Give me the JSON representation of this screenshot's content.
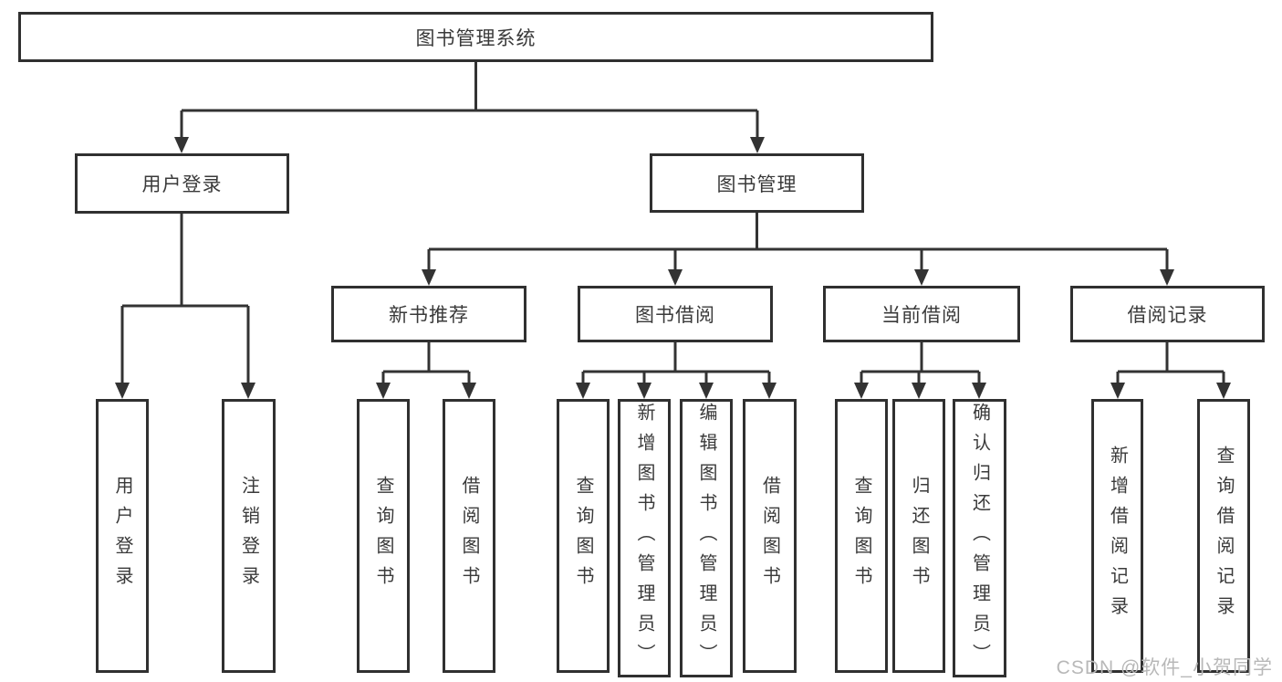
{
  "diagram": {
    "root": {
      "label": "图书管理系统"
    },
    "branches": [
      {
        "label": "用户登录",
        "children": [
          {
            "label": "用户登录"
          },
          {
            "label": "注销登录"
          }
        ]
      },
      {
        "label": "图书管理",
        "children": [
          {
            "label": "新书推荐",
            "children": [
              {
                "label": "查询图书"
              },
              {
                "label": "借阅图书"
              }
            ]
          },
          {
            "label": "图书借阅",
            "children": [
              {
                "label": "查询图书"
              },
              {
                "label": "新增图书（管理员）"
              },
              {
                "label": "编辑图书（管理员）"
              },
              {
                "label": "借阅图书"
              }
            ]
          },
          {
            "label": "当前借阅",
            "children": [
              {
                "label": "查询图书"
              },
              {
                "label": "归还图书"
              },
              {
                "label": "确认归还（管理员）"
              }
            ]
          },
          {
            "label": "借阅记录",
            "children": [
              {
                "label": "新增借阅记录"
              },
              {
                "label": "查询借阅记录"
              }
            ]
          }
        ]
      }
    ]
  },
  "watermark": {
    "text": "CSDN @软件_小贺同学"
  },
  "colors": {
    "line": "#333333",
    "text": "#3a3a3a",
    "watermark": "#b8b8b8",
    "background": "#ffffff"
  }
}
